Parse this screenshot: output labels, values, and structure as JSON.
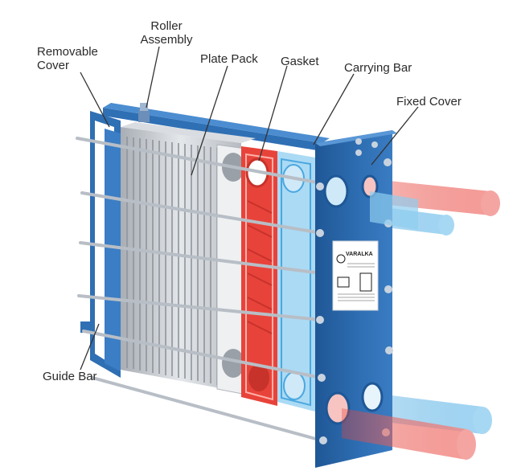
{
  "labels": {
    "roller_assembly": [
      "Roller",
      "Assembly"
    ],
    "removable_cover": [
      "Removable",
      "Cover"
    ],
    "plate_pack": "Plate Pack",
    "gasket": "Gasket",
    "carrying_bar": "Carrying Bar",
    "fixed_cover": "Fixed Cover",
    "guide_bar": "Guide Bar"
  },
  "nameplate": {
    "brand": "VARALKA"
  },
  "colors": {
    "frame_blue": "#2f6fb4",
    "hot_red": "#e8433a",
    "cold_blue": "#4aa8e0",
    "plate_grey": "#c9cdd2",
    "bar_silver": "#b8bec6"
  }
}
